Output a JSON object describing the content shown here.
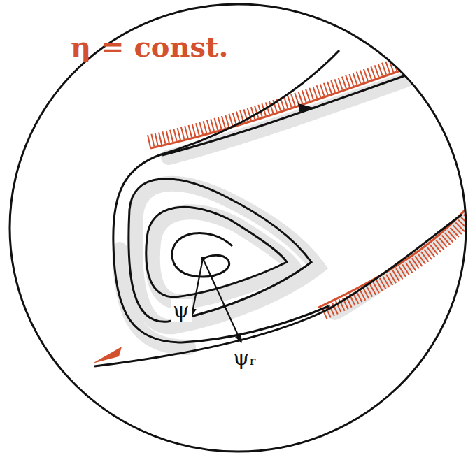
{
  "diagram": {
    "labels": [
      "η = const.",
      "ψ",
      "ψᵣ"
    ]
  }
}
